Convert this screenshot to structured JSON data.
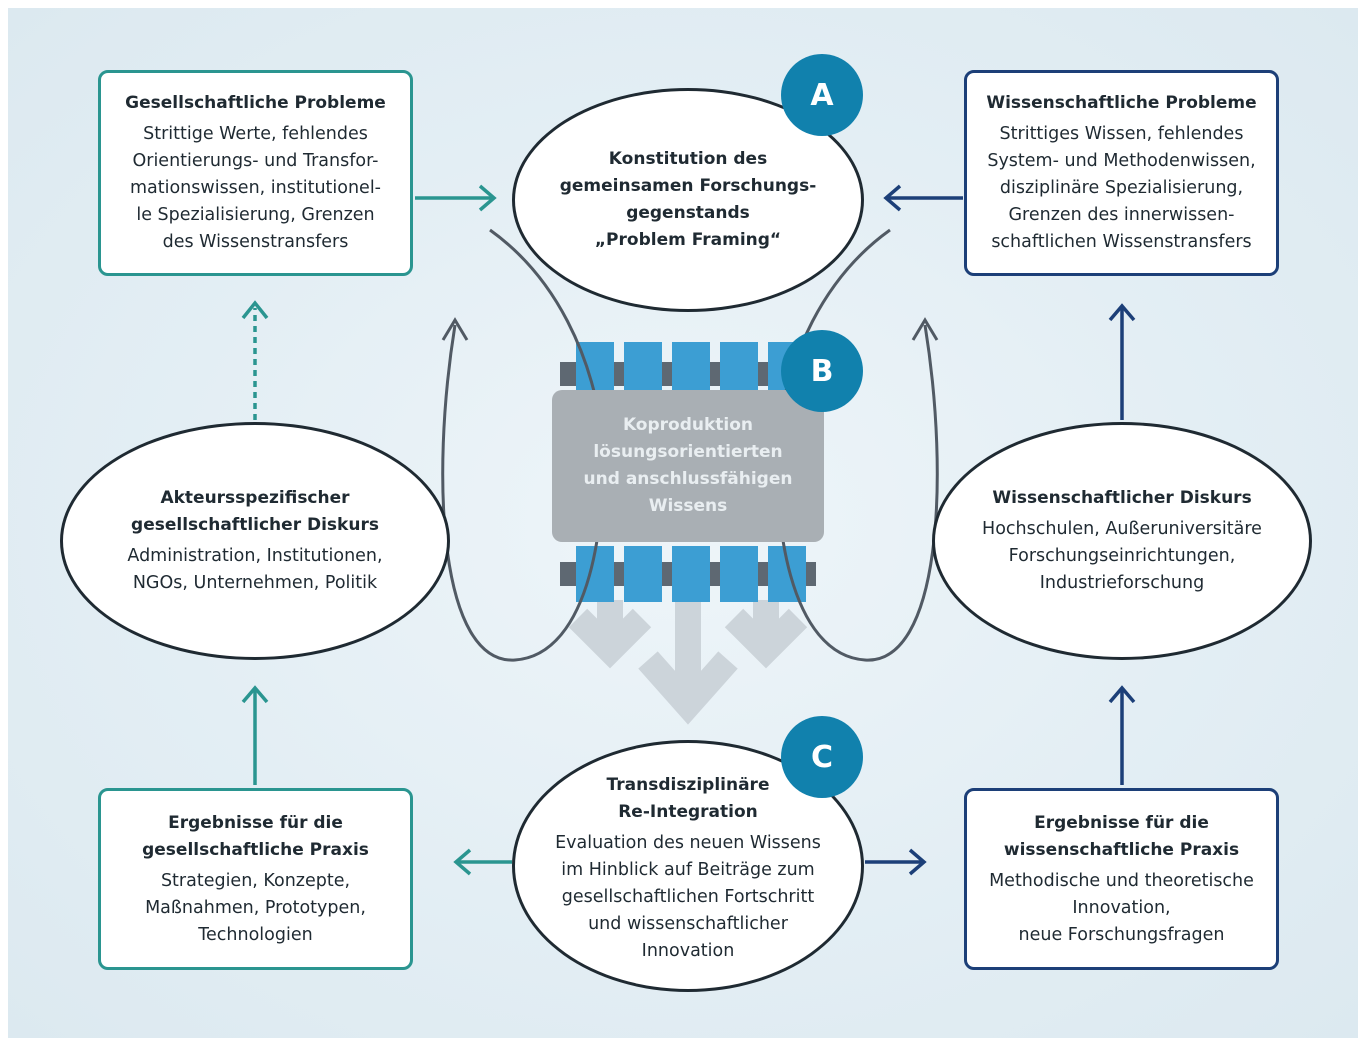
{
  "colors": {
    "teal": "#2a9590",
    "navy": "#1c3f78",
    "grey_line": "#515a64",
    "badge_blue": "#1181ad",
    "block_blue": "#3c9ed3",
    "panel_grey": "#a9afb4"
  },
  "badges": {
    "a": "A",
    "b": "B",
    "c": "C"
  },
  "gesellschaftliche_probleme": {
    "title": "Gesellschaftliche Probleme",
    "body": "Strittige Werte, fehlendes\nOrientierungs- und Transfor-\nmationswissen, institutionel-\nle Spezialisierung, Grenzen\ndes Wissenstransfers"
  },
  "problem_framing": {
    "title": "Konstitution des\ngemeinsamen Forschungs-\ngegenstands\n„Problem Framing“"
  },
  "wissenschaftliche_probleme": {
    "title": "Wissenschaftliche Probleme",
    "body": "Strittiges Wissen, fehlendes\nSystem- und Methodenwissen,\ndisziplinäre Spezialisierung,\nGrenzen des innerwissen-\nschaftlichen Wissenstransfers"
  },
  "akteurs_diskurs": {
    "title": "Akteursspezifischer\ngesellschaftlicher Diskurs",
    "body": "Administration, Institutionen,\nNGOs, Unternehmen, Politik"
  },
  "koproduktion": {
    "text": "Koproduktion\nlösungsorientierten\nund anschlussfähigen\nWissens"
  },
  "wiss_diskurs": {
    "title": "Wissenschaftlicher Diskurs",
    "body": "Hochschulen, Außeruniversitäre\nForschungseinrichtungen,\nIndustrieforschung"
  },
  "ergebnisse_gesell": {
    "title": "Ergebnisse für die\ngesellschaftliche Praxis",
    "body": "Strategien, Konzepte,\nMaßnahmen, Prototypen,\nTechnologien"
  },
  "reintegration": {
    "title": "Transdisziplinäre\nRe-Integration",
    "body": "Evaluation des neuen Wissens\nim Hinblick auf Beiträge zum\ngesellschaftlichen Fortschritt\nund wissenschaftlicher\nInnovation"
  },
  "ergebnisse_wiss": {
    "title": "Ergebnisse für die\nwissenschaftliche Praxis",
    "body": "Methodische und theoretische\nInnovation,\nneue Forschungsfragen"
  }
}
